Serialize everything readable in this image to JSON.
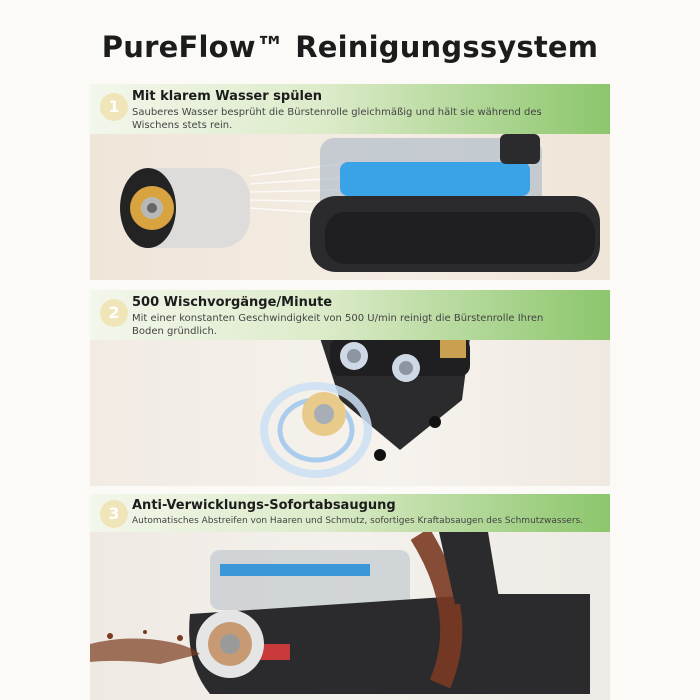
{
  "title": "PureFlow™ Reinigungssystem",
  "sections": [
    {
      "number": "1",
      "heading": "Mit klarem Wasser spülen",
      "description": "Sauberes Wasser besprüht die Bürstenrolle gleichmäßig und hält sie während des Wischens stets rein."
    },
    {
      "number": "2",
      "heading": "500 Wischvorgänge/Minute",
      "description": "Mit einer konstanten Geschwindigkeit von 500 U/min reinigt die Bürstenrolle Ihren Boden gründlich."
    },
    {
      "number": "3",
      "heading": "Anti-Verwicklungs-Sofortabsaugung",
      "description": "Automatisches Abstreifen von Haaren und Schmutz, sofortiges Kraftabsaugen des Schmutzwassers."
    }
  ],
  "colors": {
    "banner_green": "#8cc66c",
    "number_badge": "#efe5b8",
    "device_dark": "#2b2b2e"
  }
}
